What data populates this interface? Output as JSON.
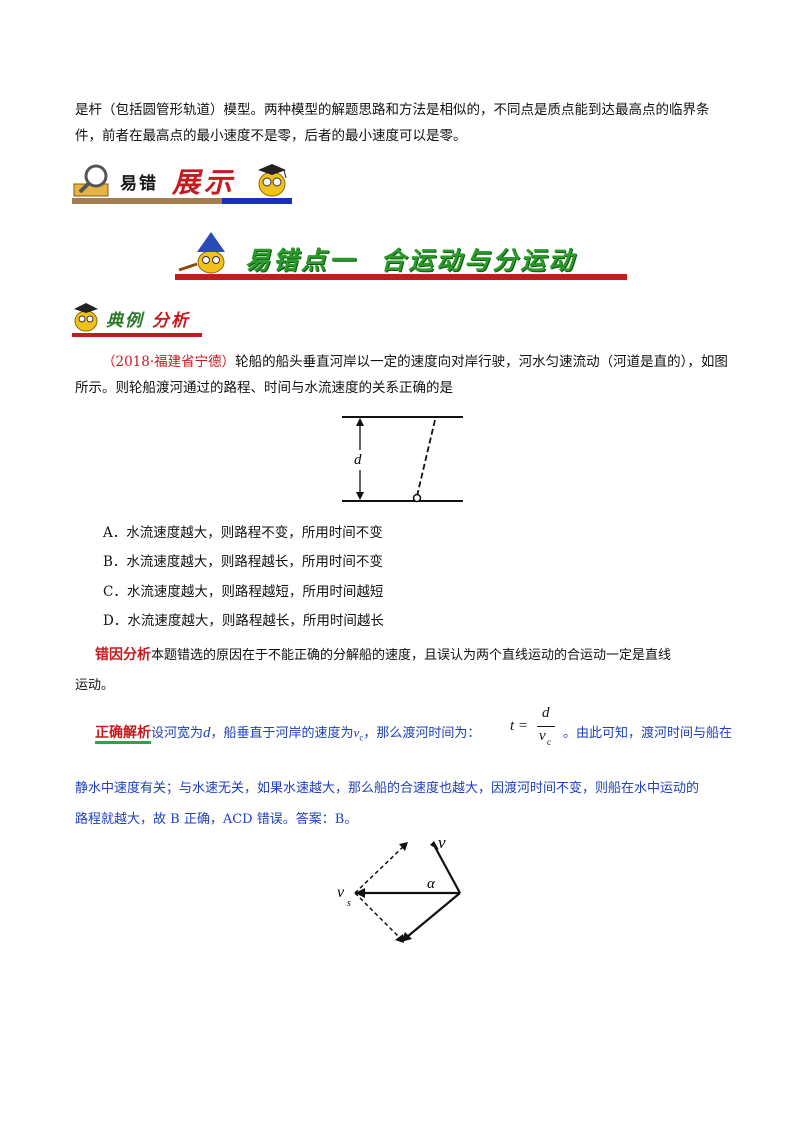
{
  "intro": {
    "line1": "是杆（包括圆管形轨道）模型。两种模型的解题思路和方法是相似的，不同点是质点能到达最高点的临界条",
    "line2": "件，前者在最高点的最小速度不是零，后者的最小速度可以是零。"
  },
  "banner1": {
    "part1": "易错",
    "part2": "展示"
  },
  "banner2": {
    "title": "易错点一  合运动与分运动"
  },
  "banner3": {
    "part1": "典例",
    "part2": "分析"
  },
  "question": {
    "source": "（2018·福建省宁德）",
    "text": "轮船的船头垂直河岸以一定的速度向对岸行驶，河水匀速流动（河道是直的），如图",
    "text2": "所示。则轮船渡河通过的路程、时间与水流速度的关系正确的是",
    "figure_label": "d"
  },
  "options": [
    {
      "letter": "A．",
      "text": "水流速度越大，则路程不变，所用时间不变"
    },
    {
      "letter": "B．",
      "text": "水流速度越大，则路程越长，所用时间不变"
    },
    {
      "letter": "C．",
      "text": "水流速度越大，则路程越短，所用时间越短"
    },
    {
      "letter": "D．",
      "text": "水流速度越大，则路程越长，所用时间越长"
    }
  ],
  "error_analysis": {
    "label": "错因分析",
    "text": "本题错选的原因在于不能正确的分解船的速度，且误认为两个直线运动的合运动一定是直线",
    "text2": "运动。"
  },
  "solution": {
    "label": "正确解析",
    "text_a": "设河宽为",
    "var_d": "d",
    "text_b": "，船垂直于河岸的速度为",
    "var_vc": "v",
    "sub_c": "c",
    "text_c": "，那么渡河时间为：",
    "formula_t": "t =",
    "formula_num": "d",
    "formula_den": "v",
    "formula_den_sub": "c",
    "text_d": "。由此可知，渡河时间与船在",
    "line2": "静水中速度有关；与水速无关，如果水速越大，那么船的合速度也越大，因渡河时间不变，则船在水中运动的",
    "line3": "路程就越大，故 B 正确，ACD 错误。答案：B。"
  },
  "vector_figure": {
    "v_label": "v",
    "alpha_label": "α",
    "vs_label": "v",
    "vs_sub": "s"
  },
  "colors": {
    "accent_red": "#c8191f",
    "blue_text": "#1f3fbf",
    "underline_blue": "#1a2fc0",
    "underline_green": "#23a84a"
  }
}
